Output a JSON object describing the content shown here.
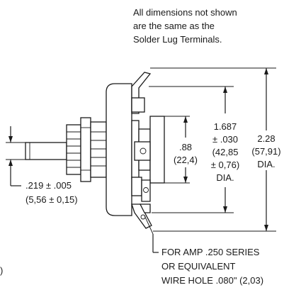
{
  "note": {
    "line1": "All dimensions not shown",
    "line2": "are the same as the",
    "line3": "Solder Lug Terminals."
  },
  "dim_shaft": {
    "line1": ".219 ± .005",
    "line2": "(5,56 ± 0,15)"
  },
  "dim_inner": {
    "line1": ".88",
    "line2": "(22,4)"
  },
  "dim_terminals": {
    "line1": "1.687",
    "line2": "± .030",
    "line3": "(42,85",
    "line4": "± 0,76)",
    "line5": "DIA."
  },
  "dim_overall": {
    "line1": "2.28",
    "line2": "(57,91)",
    "line3": "DIA."
  },
  "callout": {
    "line1": "FOR AMP .250 SERIES",
    "line2": "OR EQUIVALENT",
    "line3": "WIRE HOLE .080\" (2,03)"
  },
  "edge_mark": ")"
}
